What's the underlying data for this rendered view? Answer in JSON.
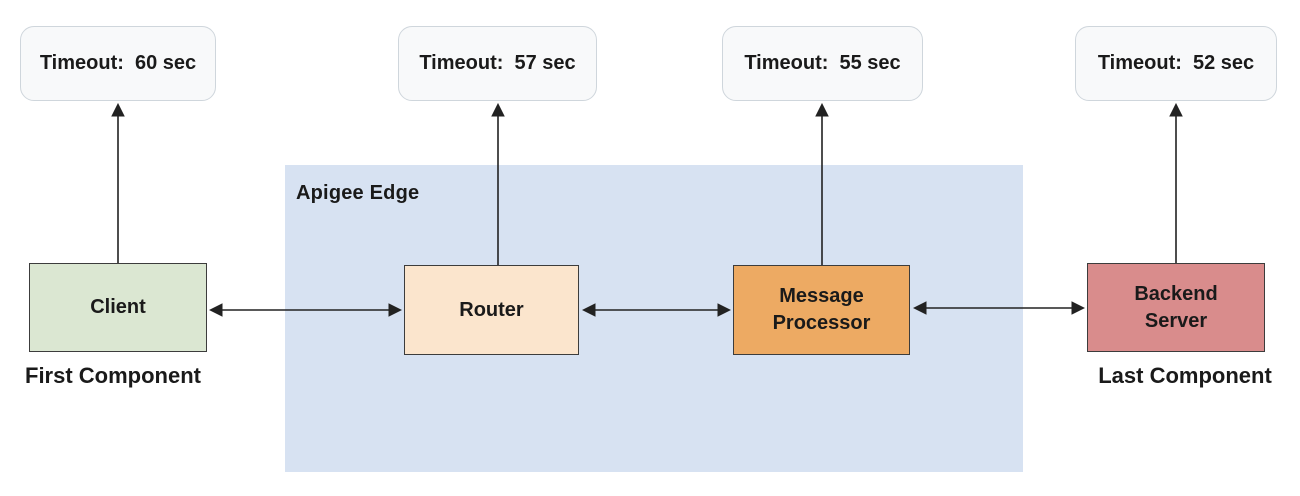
{
  "apigee_edge_container": {
    "label": "Apigee Edge",
    "bg_color": "#d7e2f2"
  },
  "timeout_boxes": [
    {
      "for": "client",
      "label": "Timeout:  60 sec"
    },
    {
      "for": "router",
      "label": "Timeout:  57 sec"
    },
    {
      "for": "message-processor",
      "label": "Timeout:  55 sec"
    },
    {
      "for": "backend-server",
      "label": "Timeout:  52 sec"
    }
  ],
  "components": [
    {
      "label": "Client",
      "fill_color": "#dbe7d2",
      "caption": "First Component"
    },
    {
      "label": "Router",
      "fill_color": "#fbe5cd"
    },
    {
      "label": "Message Processor",
      "fill_color": "#edaa63"
    },
    {
      "label": "Backend Server",
      "fill_color": "#d98c8c",
      "caption": "Last Component"
    }
  ],
  "styles": {
    "timeout_box_bg": "#f8f9fa",
    "timeout_box_border": "#cfd6dc",
    "component_border": "#3c3c3c",
    "arrow_color": "#222222"
  }
}
